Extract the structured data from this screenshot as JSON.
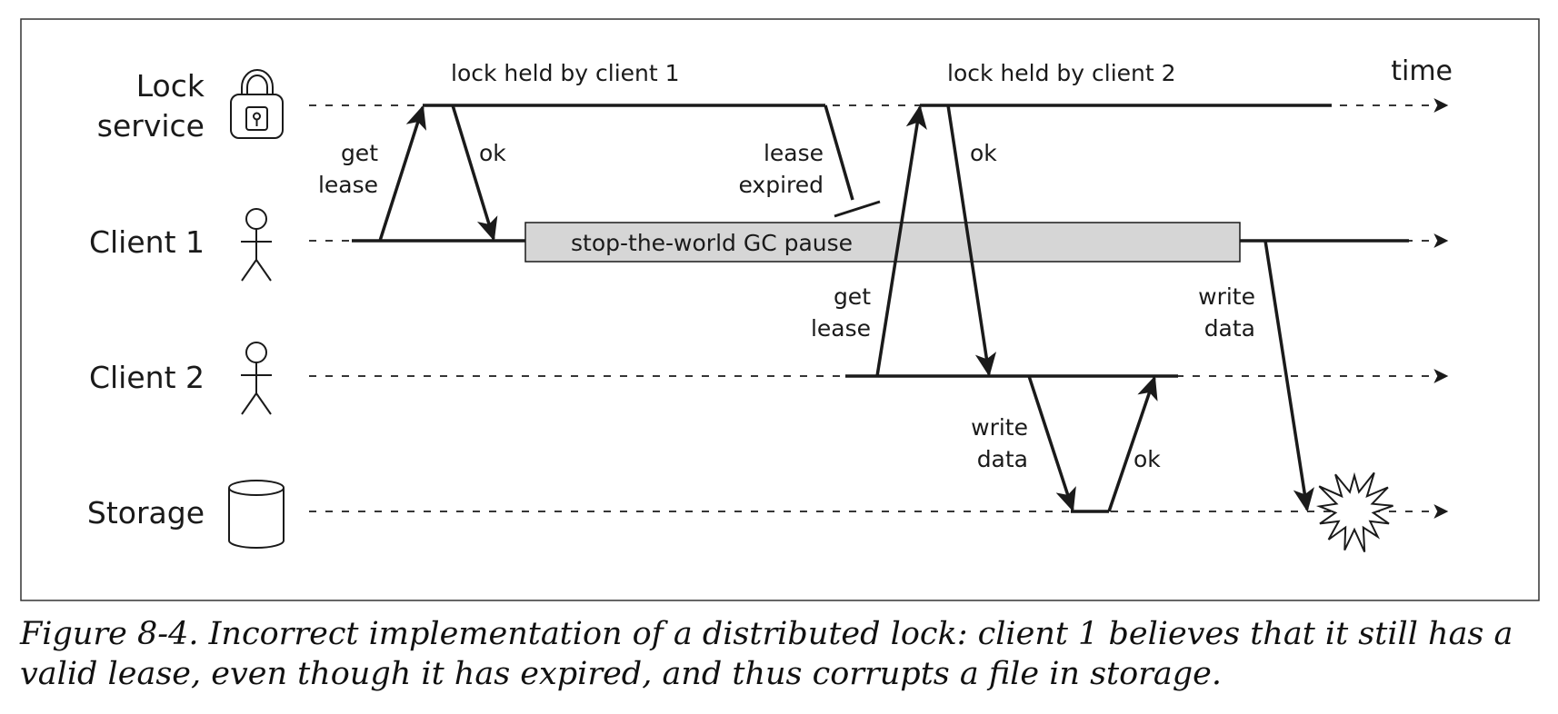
{
  "lanes": {
    "lock_service_line1": "Lock",
    "lock_service_line2": "service",
    "client1": "Client 1",
    "client2": "Client 2",
    "storage": "Storage"
  },
  "time_label": "time",
  "annotations": {
    "lock_held_client1": "lock held by client 1",
    "lock_held_client2": "lock held by client 2",
    "get_lease_1_line1": "get",
    "get_lease_1_line2": "lease",
    "ok_1": "ok",
    "lease_expired_line1": "lease",
    "lease_expired_line2": "expired",
    "gc_pause": "stop-the-world GC pause",
    "get_lease_2_line1": "get",
    "get_lease_2_line2": "lease",
    "ok_2": "ok",
    "write_data_c2_line1": "write",
    "write_data_c2_line2": "data",
    "ok_3": "ok",
    "write_data_c1_line1": "write",
    "write_data_c1_line2": "data"
  },
  "icons": [
    "padlock-icon",
    "person-icon",
    "cylinder-icon",
    "explosion-icon"
  ],
  "colors": {
    "line": "#1a1a1a",
    "gc_fill": "#d6d6d6",
    "frame": "#333333"
  },
  "caption": "Figure 8-4. Incorrect implementation of a distributed lock: client 1 believes that it still has a valid lease, even though it has expired, and thus corrupts a file in storage."
}
